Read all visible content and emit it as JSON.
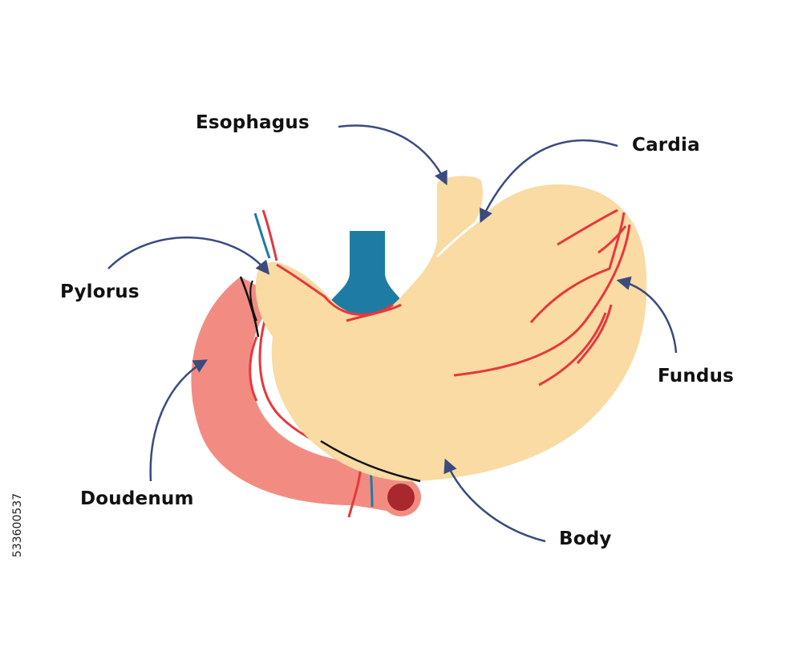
{
  "labels": {
    "esophagus": "Esophagus",
    "cardia": "Cardia",
    "pylorus": "Pylorus",
    "fundus": "Fundus",
    "duodenum": "Doudenum",
    "body": "Body"
  },
  "stock_id": "533600537",
  "colors": {
    "stomach": "#f9dba3",
    "duodenum": "#f28c82",
    "duodenum_lumen": "#a8282d",
    "blood_vessel_red": "#e6373d",
    "blood_vessel_blue": "#1e7ca4",
    "pointer_arrow": "#3a4b7e",
    "outline": "#111111"
  }
}
